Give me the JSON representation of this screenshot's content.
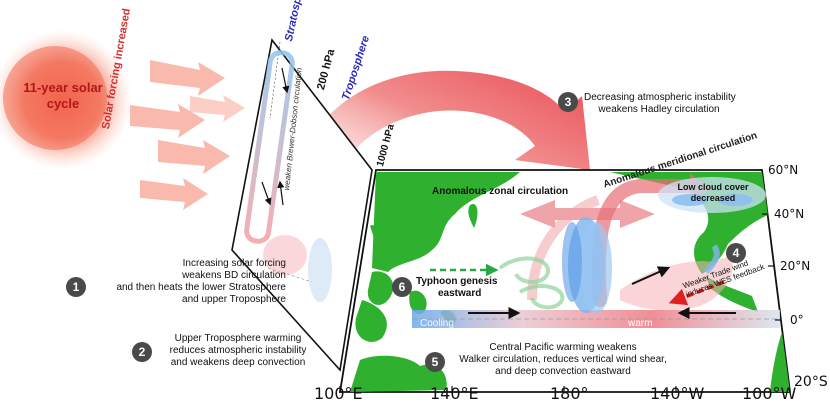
{
  "sun": {
    "label": "11-year solar cycle",
    "forcing_label": "Solar forcing increased"
  },
  "column": {
    "stratosphere": "Stratosphere",
    "troposphere": "Troposphere",
    "level_200": "200 hPa",
    "level_1000": "1000 hPa",
    "bd_label_1": "weaken",
    "bd_label_2": "Brewer-Dobson circulation"
  },
  "map": {
    "zonal": "Anomalous zonal circulation",
    "meridional": "Anomalous meridional circulation",
    "low_cloud_1": "Low cloud cover",
    "low_cloud_2": "decreased",
    "trade_1": "Weaker Trade wind",
    "trade_2": "induces WES feedback",
    "typhoon_1": "Typhoon genesis",
    "typhoon_2": "eastward",
    "cooling": "Cooling",
    "warm": "warm"
  },
  "steps": [
    {
      "num": "1",
      "lines": [
        "Increasing solar forcing",
        "weakens BD circulation",
        "and then heats the lower Stratosphere",
        "and upper Troposphere"
      ]
    },
    {
      "num": "2",
      "lines": [
        "Upper Troposphere warming",
        "reduces atmospheric instability",
        "and weakens deep convection"
      ]
    },
    {
      "num": "3",
      "lines": [
        "Decreasing atmospheric instability",
        "weakens Hadley circulation"
      ]
    },
    {
      "num": "4"
    },
    {
      "num": "5",
      "lines": [
        "Central Pacific warming weakens",
        "Walker circulation, reduces vertical wind shear,",
        "and deep convection eastward"
      ]
    },
    {
      "num": "6"
    }
  ],
  "longitudes": [
    "100°E",
    "140°E",
    "180°",
    "140°W",
    "100°W"
  ],
  "latitudes": [
    "60°N",
    "40°N",
    "20°N",
    "0°",
    "20°S"
  ],
  "colors": {
    "warm": "#e0414b",
    "cool": "#4d8fe0",
    "land": "#2fb12f",
    "sun": "#f07258",
    "typhoon_arrow": "#27a844"
  }
}
